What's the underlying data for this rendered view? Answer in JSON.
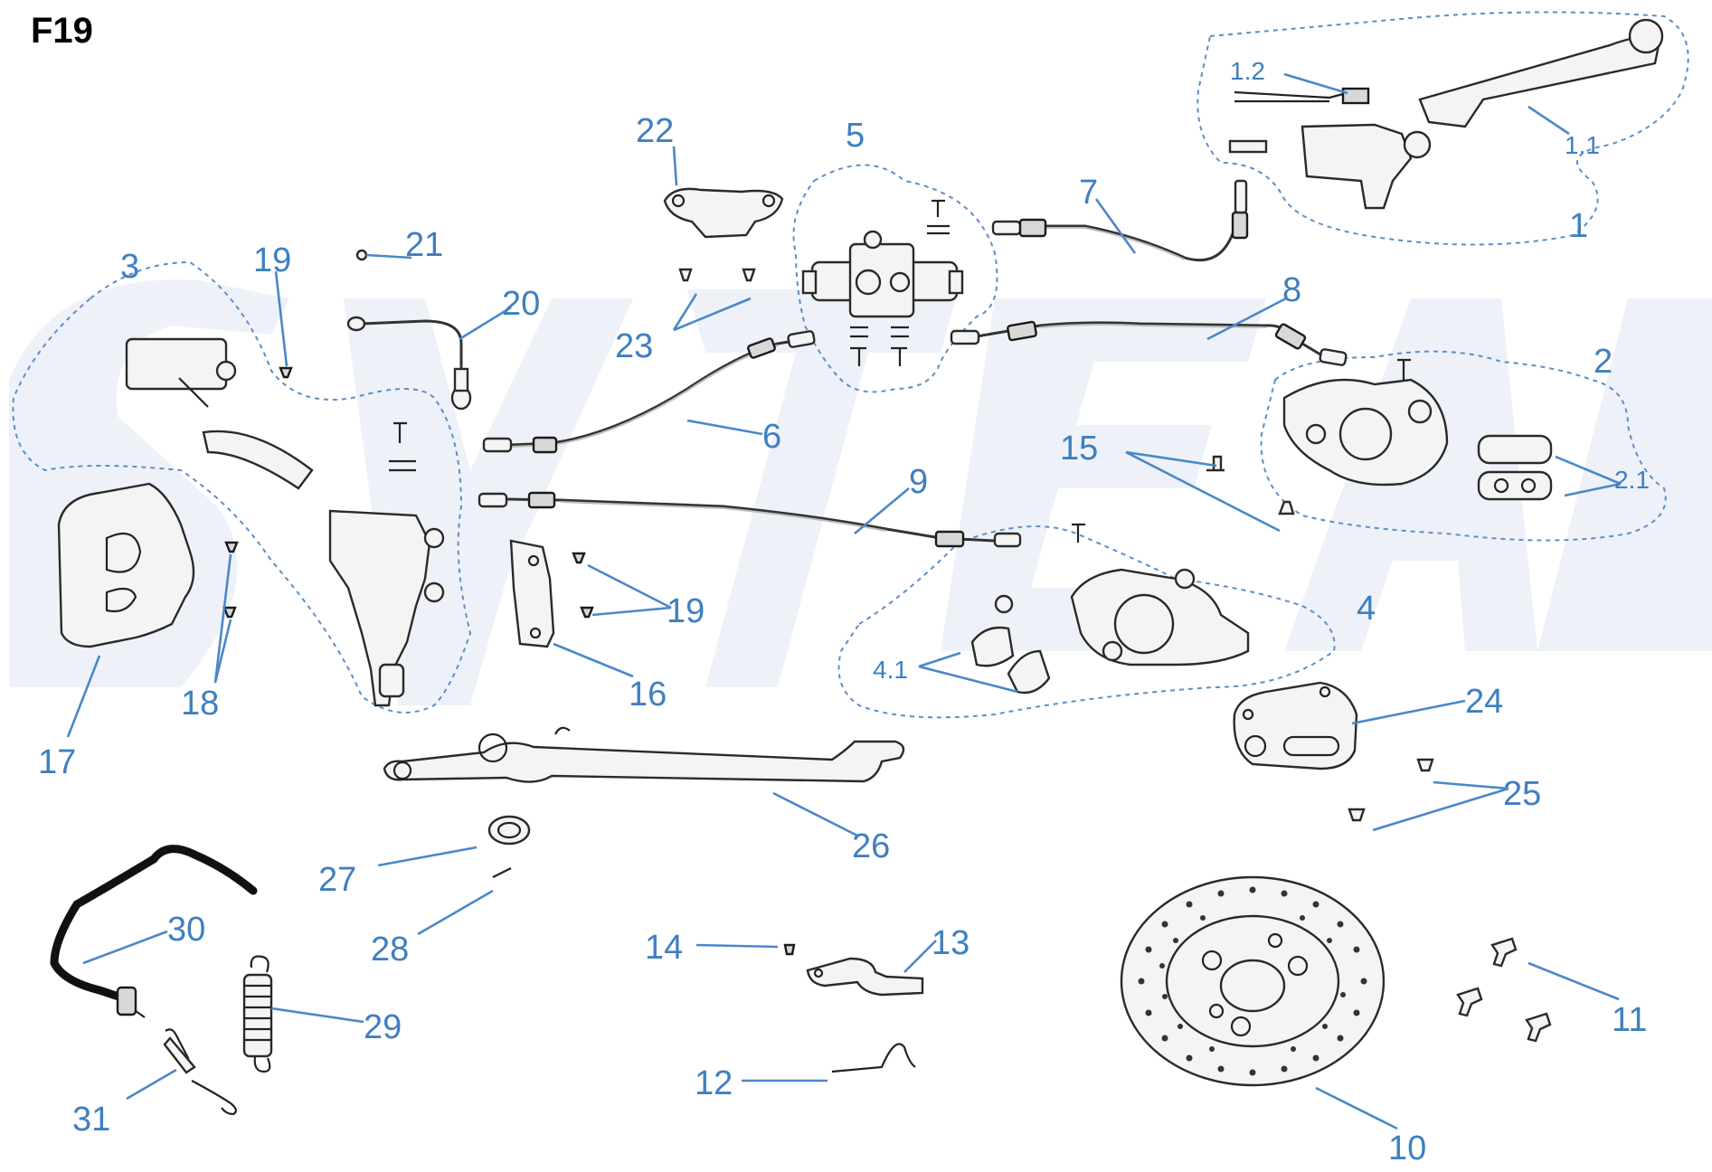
{
  "figure_id": "F19",
  "watermark_text": "SKYTEAM",
  "callouts": [
    "1",
    "1.1",
    "1.2",
    "2",
    "2.1",
    "3",
    "4",
    "4.1",
    "5",
    "6",
    "7",
    "8",
    "9",
    "10",
    "11",
    "12",
    "13",
    "14",
    "15",
    "16",
    "17",
    "18",
    "19",
    "19",
    "20",
    "21",
    "22",
    "23",
    "24",
    "25",
    "26",
    "27",
    "28",
    "29",
    "30",
    "31"
  ],
  "colors": {
    "callout": "#3f7fbf",
    "leader": "#4a88c8",
    "outline": "#5b8fc9",
    "watermark": "#eef1f7"
  }
}
